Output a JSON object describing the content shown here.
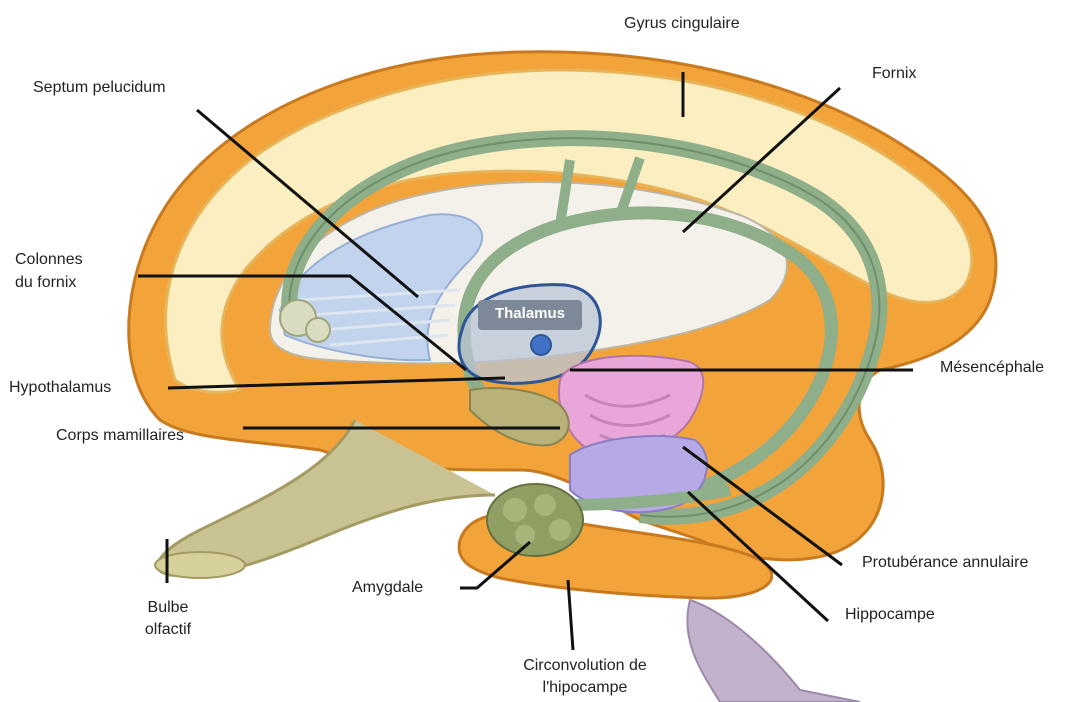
{
  "labels": {
    "gyrus_cingulaire": "Gyrus cingulaire",
    "fornix": "Fornix",
    "septum_pelucidum": "Septum pelucidum",
    "colonnes_line1": "Colonnes",
    "colonnes_line2": "du fornix",
    "hypothalamus": "Hypothalamus",
    "corps_mamillaires": "Corps mamillaires",
    "mesencephale": "Mésencéphale",
    "protuberance": "Protubérance annulaire",
    "hippocampe": "Hippocampe",
    "amygdale": "Amygdale",
    "bulbe_line1": "Bulbe",
    "bulbe_line2": "olfactif",
    "circonvolution_line1": "Circonvolution de",
    "circonvolution_line2": "l'hipocampe",
    "thalamus": "Thalamus"
  },
  "colors": {
    "cortex_orange": "#f2a33a",
    "cortex_cream": "#fbeec0",
    "fornix_green": "#8fae8a",
    "thalamus_fill": "#b9c4d6",
    "thalamus_outline": "#2f5597",
    "dot_blue": "#3f72c4",
    "mesencephale_pink": "#e9a6d9",
    "pons_lavender": "#b7a9e6",
    "amygdala_green": "#8f9e62",
    "stem_gray": "#b8a6c4",
    "septum_blue": "#bcd0ee",
    "leader": "#111111"
  }
}
